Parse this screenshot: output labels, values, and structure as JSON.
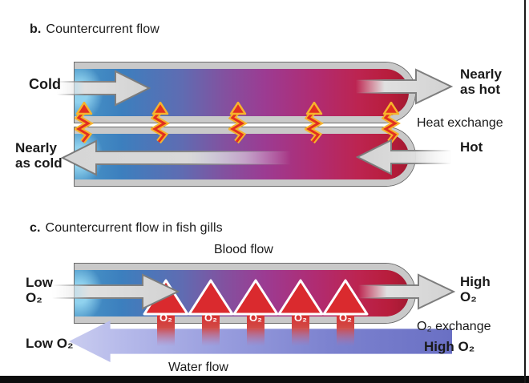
{
  "panel_b": {
    "index": "b.",
    "title": "Countercurrent flow",
    "labels": {
      "inflow_top": "Cold",
      "outflow_top": [
        "Nearly",
        "as hot"
      ],
      "exchange": "Heat exchange",
      "inflow_bottom": "Hot",
      "outflow_bottom": [
        "Nearly",
        "as cold"
      ]
    }
  },
  "panel_c": {
    "index": "c.",
    "title": "Countercurrent flow in fish gills",
    "labels": {
      "blood_flow": "Blood flow",
      "inflow": [
        "Low",
        "O₂"
      ],
      "outflow": [
        "High",
        "O₂"
      ],
      "exchange": "O₂ exchange",
      "water_left": "Low O₂",
      "water_right": "High O₂",
      "water_flow": "Water flow",
      "o2": "O₂"
    }
  },
  "colors": {
    "cold_blue": "#3c7fbe",
    "hot_red": "#b81d3c",
    "tube_wall_gray": "#c9c9c9",
    "flow_arrow_gray": "#d9d9d9",
    "heat_bolt_red": "#e23020",
    "heat_bolt_yellow": "#f7b42c",
    "o2_arrow_red": "#da2a2e",
    "water_arrow_light": "#cacdf0",
    "water_arrow_dark": "#6a70c4"
  }
}
